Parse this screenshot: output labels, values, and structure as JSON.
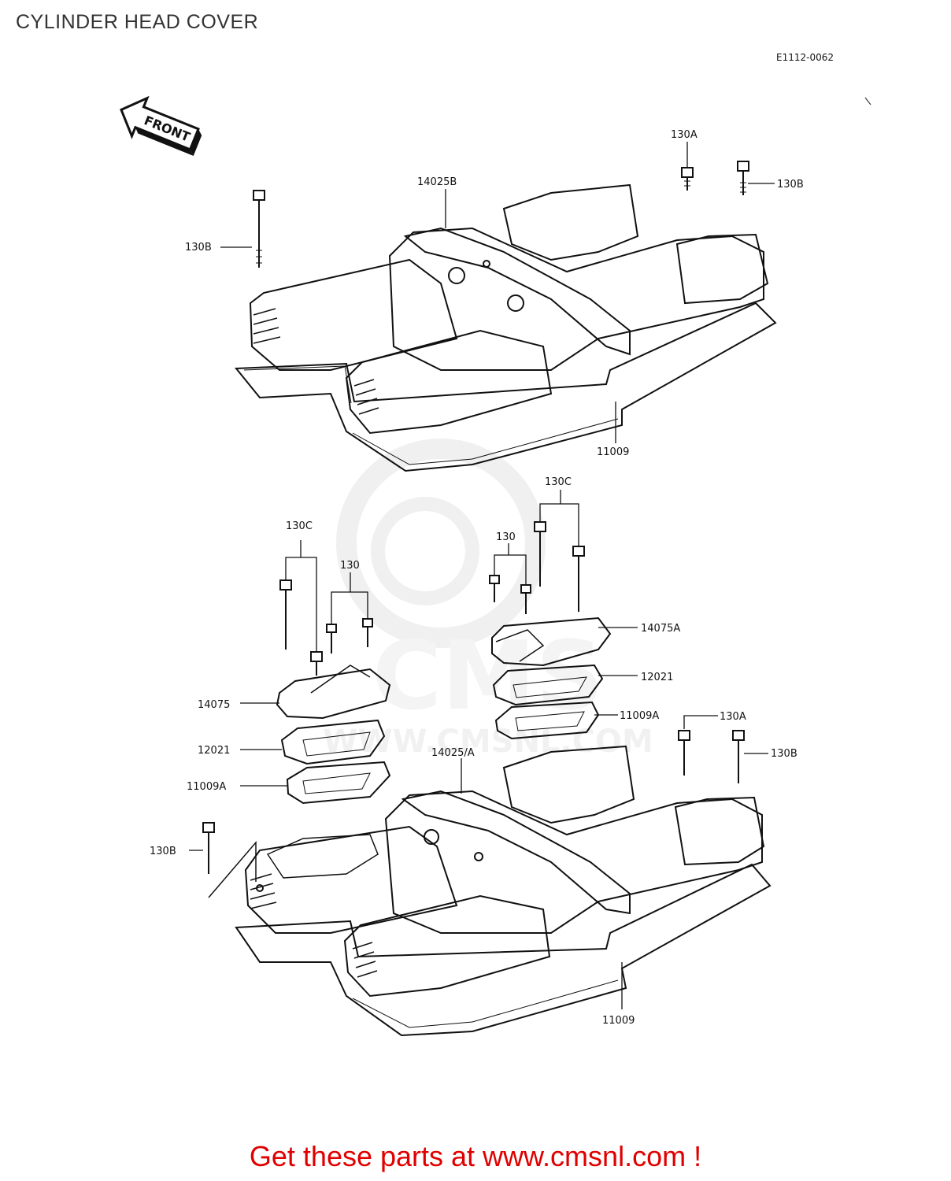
{
  "header": {
    "title": "CYLINDER HEAD COVER",
    "ref_code": "E1112-0062"
  },
  "front_arrow": {
    "label": "FRONT"
  },
  "watermark": {
    "text": "WWW.CMSNL.COM"
  },
  "parts": {
    "upper": {
      "cover": "14025B",
      "bolt_a": "130A",
      "bolt_b_right": "130B",
      "bolt_b_left": "130B",
      "gasket": "11009"
    },
    "lower": {
      "bolt_c_left": "130C",
      "bolt_left": "130",
      "bolt_c_right": "130C",
      "bolt_right": "130",
      "cap_right": "14075A",
      "plate_right": "12021",
      "gasket_small_right": "11009A",
      "cap_left": "14075",
      "plate_left": "12021",
      "gasket_small_left": "11009A",
      "cover": "14025/A",
      "bolt_a": "130A",
      "bolt_b_right": "130B",
      "bolt_b_left": "130B",
      "gasket": "11009"
    }
  },
  "promo": {
    "text": "Get these parts at www.cmsnl.com !"
  },
  "colors": {
    "line": "#111111",
    "promo": "#e00000",
    "watermark": "#e8e8e8"
  }
}
